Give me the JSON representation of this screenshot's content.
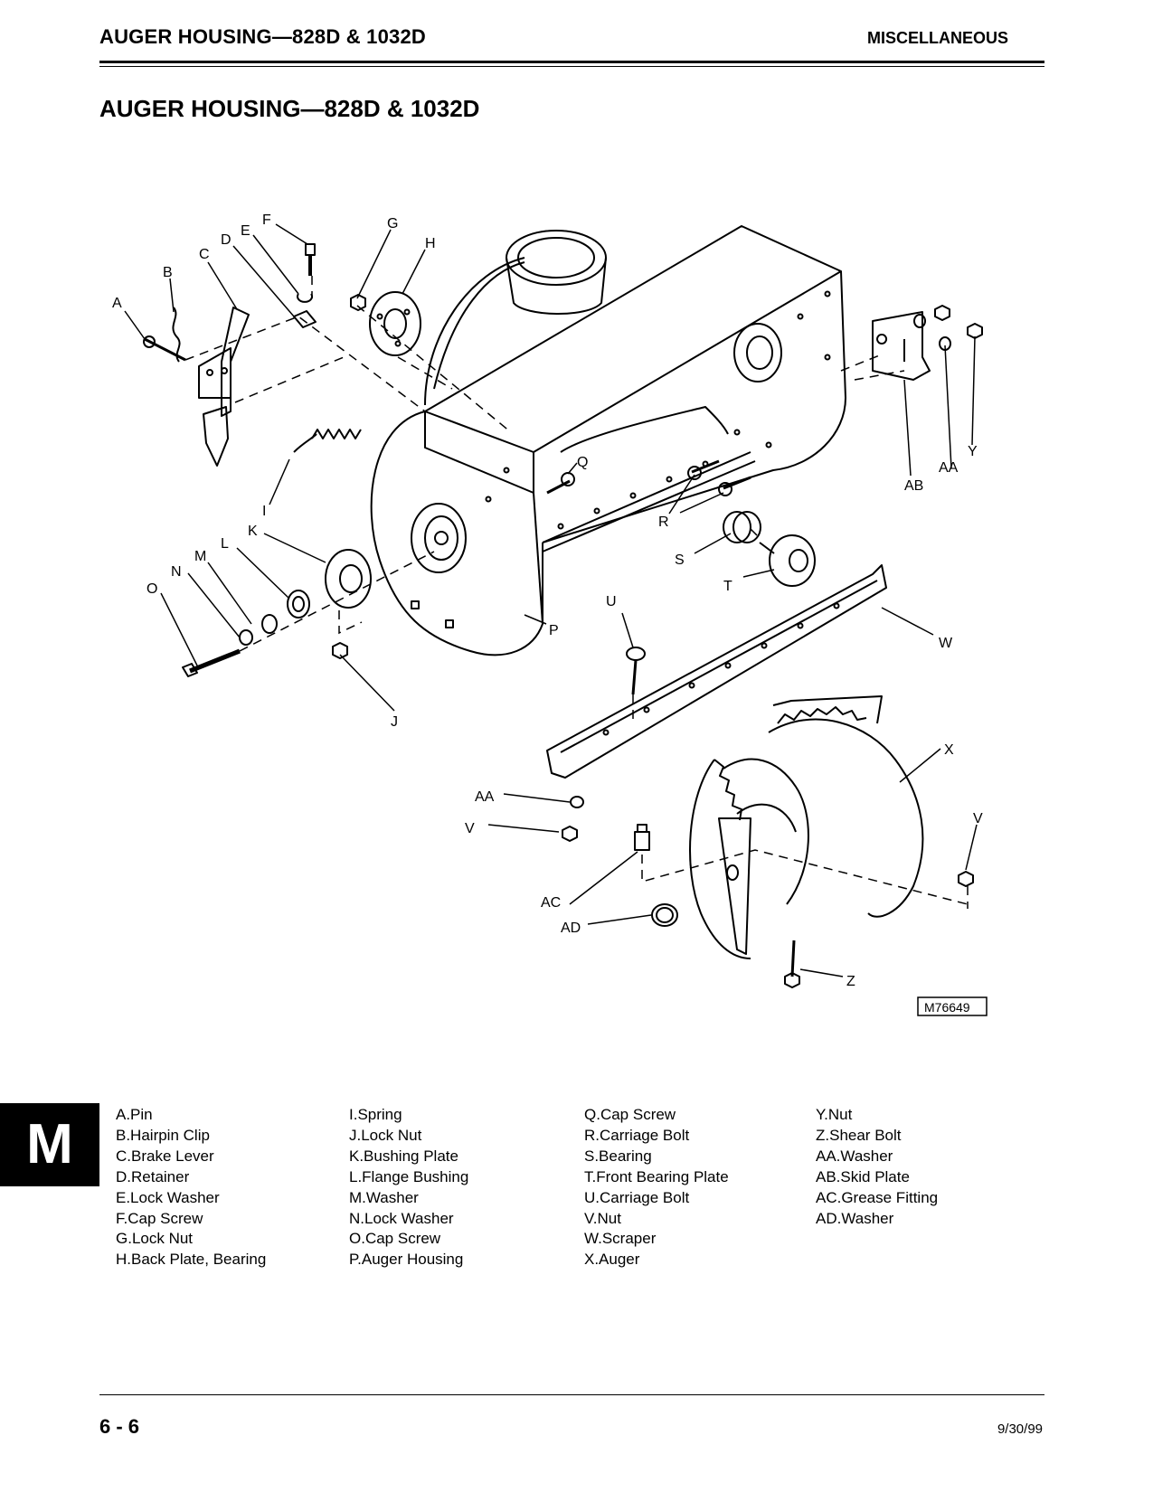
{
  "header": {
    "left_title": "AUGER HOUSING—828D & 1032D",
    "section": "MISCELLANEOUS"
  },
  "page_title": "AUGER HOUSING—828D & 1032D",
  "diagram": {
    "figure_id": "M76649",
    "callouts": {
      "A": "A",
      "B": "B",
      "C": "C",
      "D": "D",
      "E": "E",
      "F": "F",
      "G": "G",
      "H": "H",
      "I": "I",
      "J": "J",
      "K": "K",
      "L": "L",
      "M": "M",
      "N": "N",
      "O": "O",
      "P": "P",
      "Q": "Q",
      "R": "R",
      "S": "S",
      "T": "T",
      "U": "U",
      "V1": "V",
      "V2": "V",
      "W": "W",
      "X": "X",
      "Y": "Y",
      "Z": "Z",
      "AA1": "AA",
      "AA2": "AA",
      "AB": "AB",
      "AC": "AC",
      "AD": "AD"
    }
  },
  "side_tab": "M",
  "legend": {
    "col1": [
      "A.Pin",
      "B.Hairpin Clip",
      "C.Brake Lever",
      "D.Retainer",
      "E.Lock Washer",
      "F.Cap Screw",
      "G.Lock Nut",
      "H.Back Plate, Bearing"
    ],
    "col2": [
      "I.Spring",
      "J.Lock Nut",
      "K.Bushing Plate",
      "L.Flange Bushing",
      "M.Washer",
      "N.Lock Washer",
      "O.Cap Screw",
      "P.Auger Housing"
    ],
    "col3": [
      "Q.Cap Screw",
      "R.Carriage Bolt",
      "S.Bearing",
      "T.Front Bearing Plate",
      "U.Carriage Bolt",
      "V.Nut",
      "W.Scraper",
      "X.Auger"
    ],
    "col4": [
      "Y.Nut",
      "Z.Shear Bolt",
      "AA.Washer",
      "AB.Skid Plate",
      "AC.Grease Fitting",
      "AD.Washer"
    ]
  },
  "footer": {
    "page_number": "6 - 6",
    "date": "9/30/99"
  }
}
